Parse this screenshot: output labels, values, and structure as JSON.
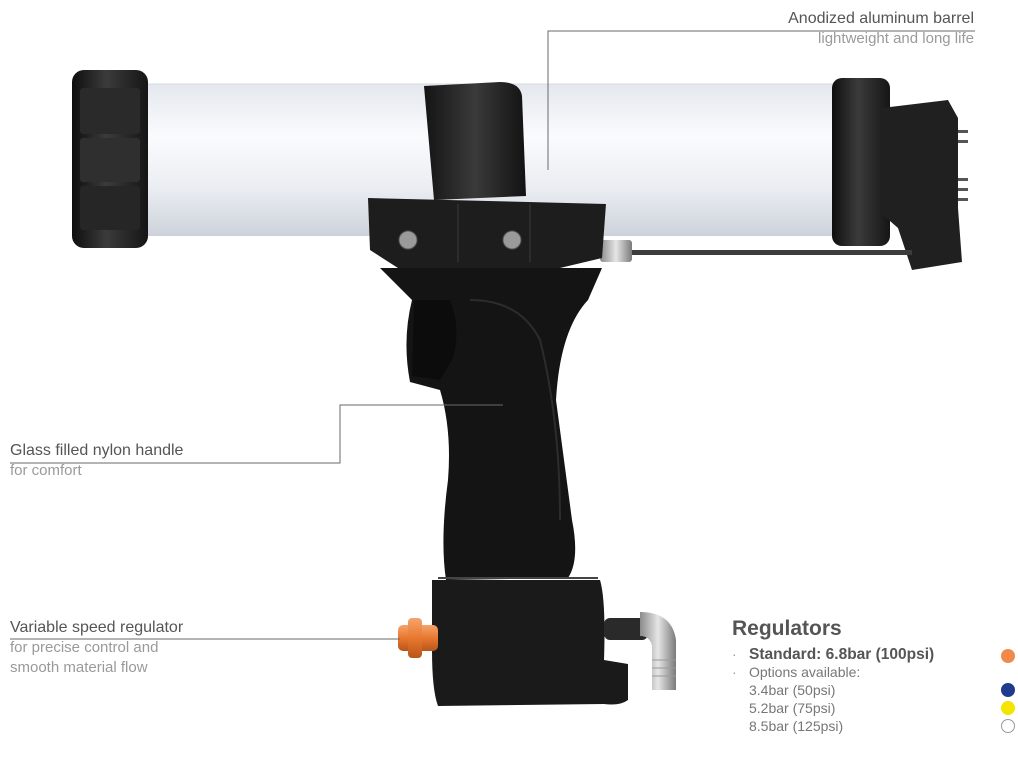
{
  "callouts": {
    "barrel": {
      "title": "Anodized aluminum barrel",
      "subtitle": "lightweight and long life"
    },
    "handle": {
      "title": "Glass filled nylon handle",
      "subtitle": "for comfort"
    },
    "regulator": {
      "title": "Variable speed regulator",
      "subtitle_lines": [
        "for precise control and",
        "smooth material flow"
      ]
    }
  },
  "regulators": {
    "heading": "Regulators",
    "standard": {
      "label": "Standard: 6.8bar (100psi)",
      "color": "#f08a4b"
    },
    "options_label": "Options available:",
    "options": [
      {
        "label": "3.4bar (50psi)",
        "color": "#1f3b8c"
      },
      {
        "label": "5.2bar (75psi)",
        "color": "#f5e400"
      },
      {
        "label": "8.5bar (125psi)",
        "color": "#ffffff"
      }
    ]
  }
}
